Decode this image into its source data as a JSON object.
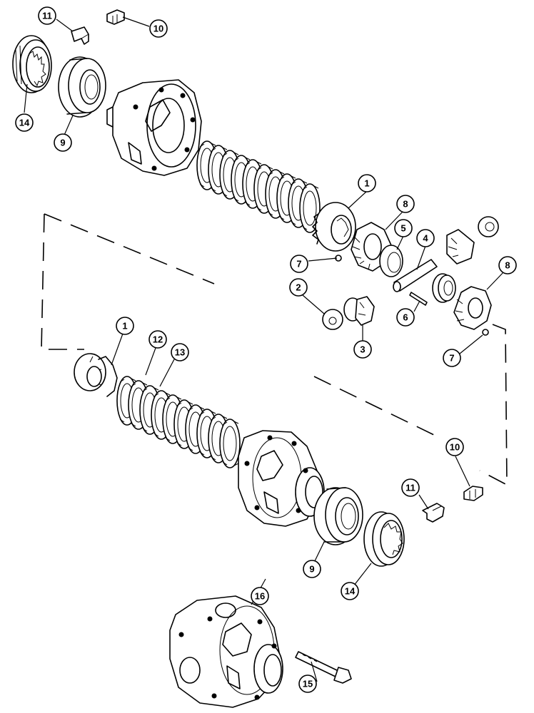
{
  "callouts": [
    {
      "id": "c11a",
      "label": "11"
    },
    {
      "id": "c10a",
      "label": "10"
    },
    {
      "id": "c14a",
      "label": "14"
    },
    {
      "id": "c9a",
      "label": "9"
    },
    {
      "id": "c1a",
      "label": "1"
    },
    {
      "id": "c8a",
      "label": "8"
    },
    {
      "id": "c5",
      "label": "5"
    },
    {
      "id": "c4",
      "label": "4"
    },
    {
      "id": "c7a",
      "label": "7"
    },
    {
      "id": "c8b",
      "label": "8"
    },
    {
      "id": "c2",
      "label": "2"
    },
    {
      "id": "c6",
      "label": "6"
    },
    {
      "id": "c3",
      "label": "3"
    },
    {
      "id": "c7b",
      "label": "7"
    },
    {
      "id": "c1b",
      "label": "1"
    },
    {
      "id": "c12",
      "label": "12"
    },
    {
      "id": "c13",
      "label": "13"
    },
    {
      "id": "c10b",
      "label": "10"
    },
    {
      "id": "c11b",
      "label": "11"
    },
    {
      "id": "c9b",
      "label": "9"
    },
    {
      "id": "c14b",
      "label": "14"
    },
    {
      "id": "c16",
      "label": "16"
    },
    {
      "id": "c15",
      "label": "15"
    }
  ]
}
